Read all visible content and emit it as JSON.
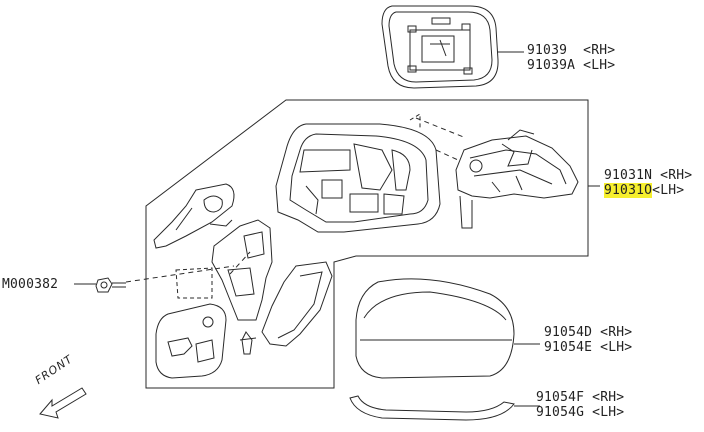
{
  "parts": {
    "glass": {
      "rh": "91039  <RH>",
      "lh": "91039A <LH>"
    },
    "assembly": {
      "rh": "91031N <RH>",
      "lh_code": "91031O",
      "lh_side": "<LH>"
    },
    "cover": {
      "rh": "91054D <RH>",
      "lh": "91054E <LH>"
    },
    "garnish": {
      "rh": "91054F <RH>",
      "lh": "91054G <LH>"
    },
    "nut": "M000382"
  },
  "direction_label": "FRONT",
  "colors": {
    "line": "#2a2a2a",
    "highlight": "#f6ef2e"
  }
}
